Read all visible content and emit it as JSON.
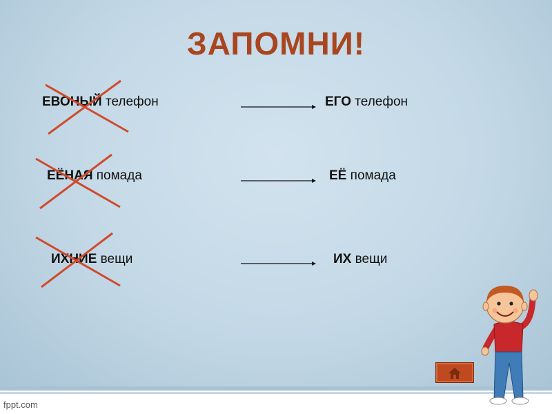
{
  "title": "ЗАПОМНИ!",
  "rows": [
    {
      "wrong_bold": "ЕВОНЫЙ",
      "wrong_rest": " телефон",
      "correct_bold": "ЕГО",
      "correct_rest": " телефон"
    },
    {
      "wrong_bold": "ЕЁНАЯ",
      "wrong_rest": " помада",
      "correct_bold": "ЕЁ",
      "correct_rest": " помада"
    },
    {
      "wrong_bold": "ИХНИЕ",
      "wrong_rest": " вещи",
      "correct_bold": "ИХ",
      "correct_rest": " вещи"
    }
  ],
  "footer": {
    "watermark": "fppt.com"
  },
  "icons": {
    "home_button": "home-icon",
    "cross_marks": "cross-out-icon",
    "arrows": "arrow-right-icon"
  },
  "colors": {
    "title": "#a9461f",
    "cross": "#d04a2c",
    "button": "#c04a1f",
    "background": "#c7dbe8"
  }
}
